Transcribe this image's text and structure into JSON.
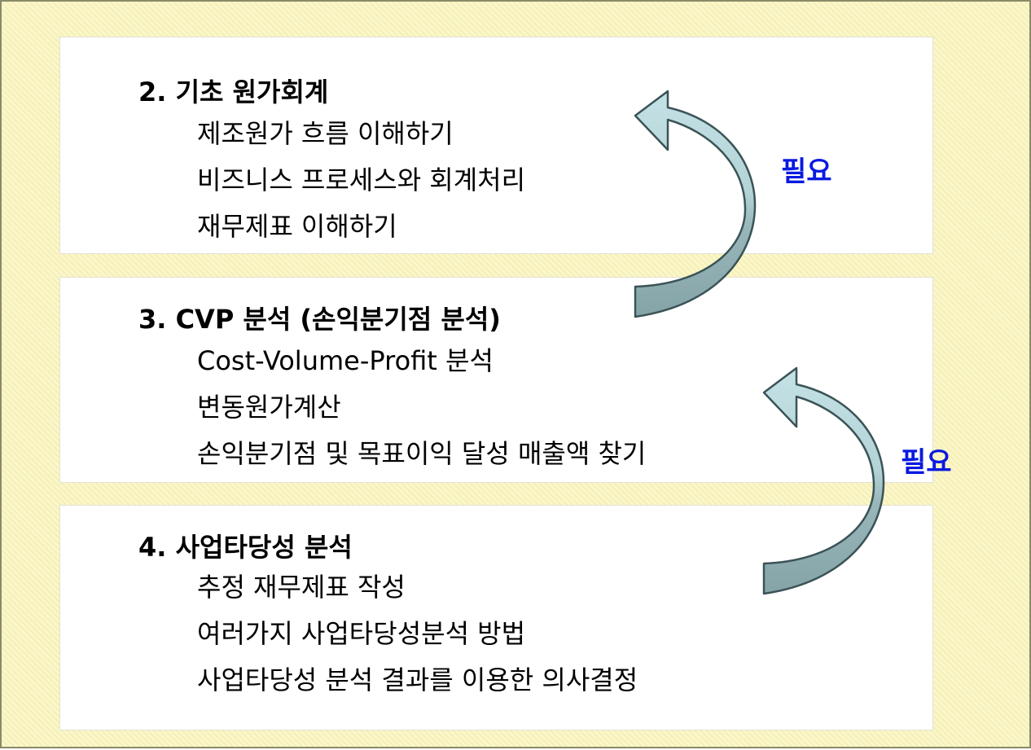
{
  "sections": [
    {
      "title": "2. 기초 원가회계",
      "items": [
        "제조원가 흐름 이해하기",
        "비즈니스 프로세스와 회계처리",
        "재무제표 이해하기"
      ]
    },
    {
      "title": "3. CVP 분석 (손익분기점 분석)",
      "items": [
        "Cost-Volume-Profit 분석",
        "변동원가계산",
        "손익분기점 및 목표이익 달성 매출액 찾기"
      ]
    },
    {
      "title": "4. 사업타당성 분석",
      "items": [
        "추정 재무제표 작성",
        "여러가지 사업타당성분석 방법",
        "사업타당성 분석 결과를 이용한 의사결정"
      ]
    }
  ],
  "arrows": [
    {
      "label": "필요",
      "from": "3. CVP 분석 (손익분기점 분석)",
      "to": "2. 기초 원가회계"
    },
    {
      "label": "필요",
      "from": "4. 사업타당성 분석",
      "to": "3. CVP 분석 (손익분기점 분석)"
    }
  ],
  "colors": {
    "background": "#fbf7cc",
    "arrow_head": "#c4e2e6",
    "arrow_tail": "#85a4a8",
    "arrow_stroke": "#3b5356",
    "label": "#0a1ae0"
  }
}
